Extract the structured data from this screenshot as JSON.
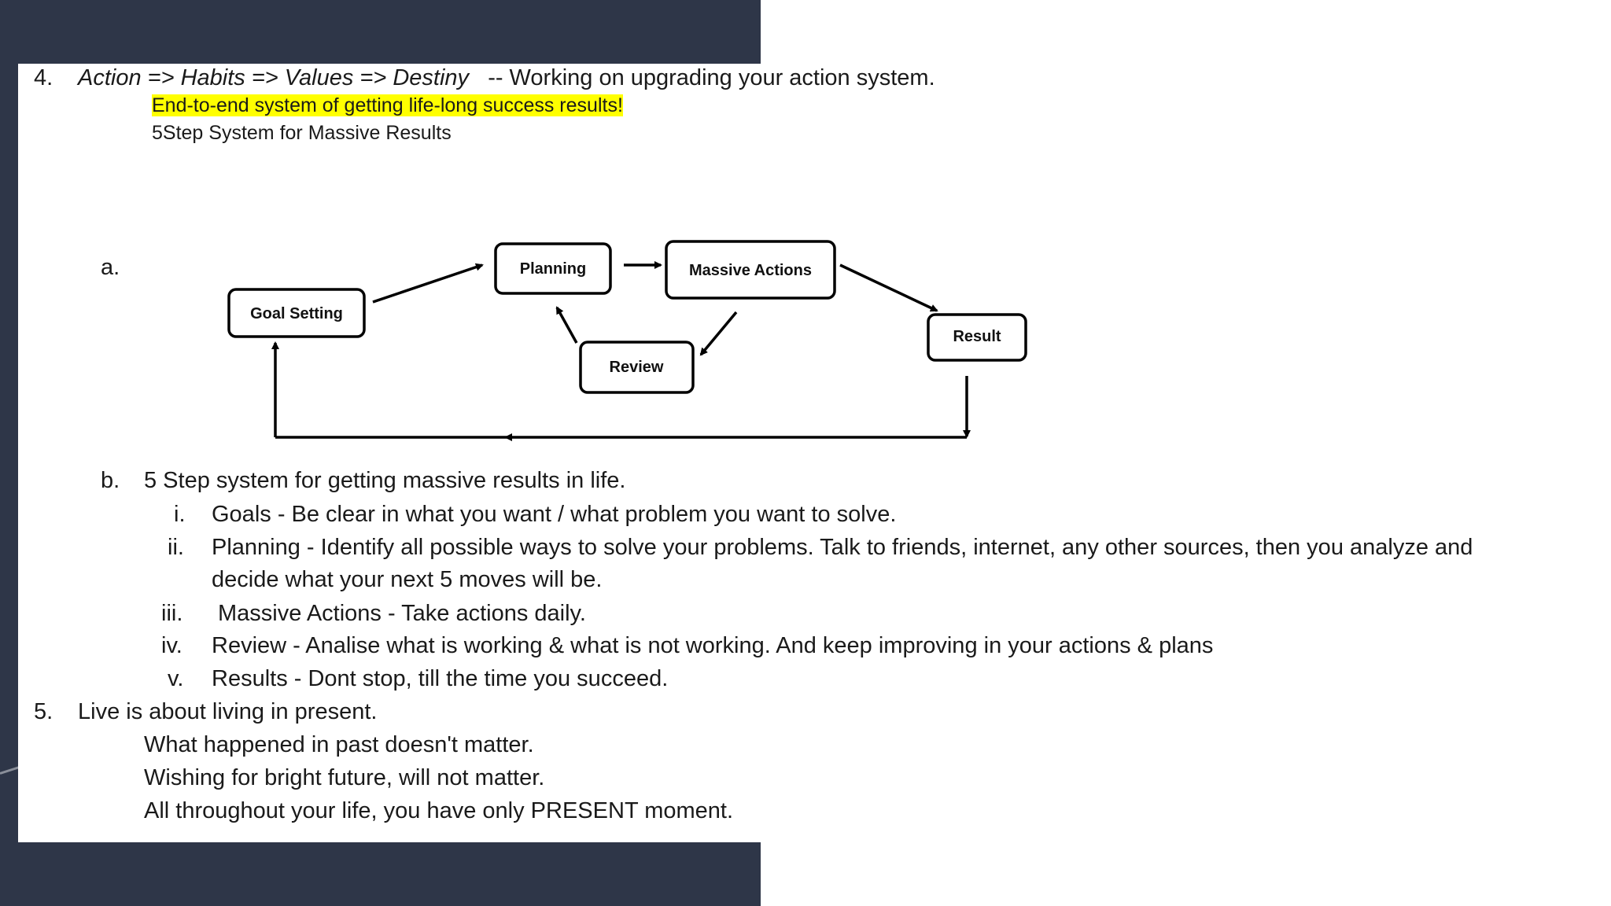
{
  "item4": {
    "number": "4.",
    "heading": "Action => Habits => Values => Destiny",
    "subtitle": "-- Working on upgrading your action system.",
    "highlight": "End-to-end system of getting life-long success results!",
    "system_title": "5Step System for Massive Results",
    "diagram_marker": "a.",
    "diagram": {
      "nodes": {
        "goal_setting": "Goal Setting",
        "planning": "Planning",
        "massive_actions": "Massive Actions",
        "review": "Review",
        "result": "Result"
      }
    },
    "b": {
      "marker": "b.",
      "text": "5 Step system for getting massive results in life.",
      "steps": [
        {
          "num": "i.",
          "text": "Goals - Be clear in what you want / what problem you want to solve."
        },
        {
          "num": "ii.",
          "text": "Planning - Identify all possible ways to solve your problems. Talk to friends, internet, any other sources, then you analyze and",
          "text2": "decide what your next 5 moves will be."
        },
        {
          "num": "iii.",
          "text": "Massive Actions - Take actions daily."
        },
        {
          "num": "iv.",
          "text": "Review - Analise what is working & what is not working. And keep improving in your actions & plans"
        },
        {
          "num": "v.",
          "text": "Results - Dont stop, till the time you succeed."
        }
      ]
    }
  },
  "item5": {
    "number": "5.",
    "heading": "Live is about living in present.",
    "lines": [
      "What happened in past doesn't matter.",
      "Wishing for bright future, will not matter.",
      "All throughout your life, you have only PRESENT moment."
    ]
  },
  "colors": {
    "background_dark": "#2e3648",
    "highlight": "#ffff00",
    "text": "#1a1a1a"
  }
}
